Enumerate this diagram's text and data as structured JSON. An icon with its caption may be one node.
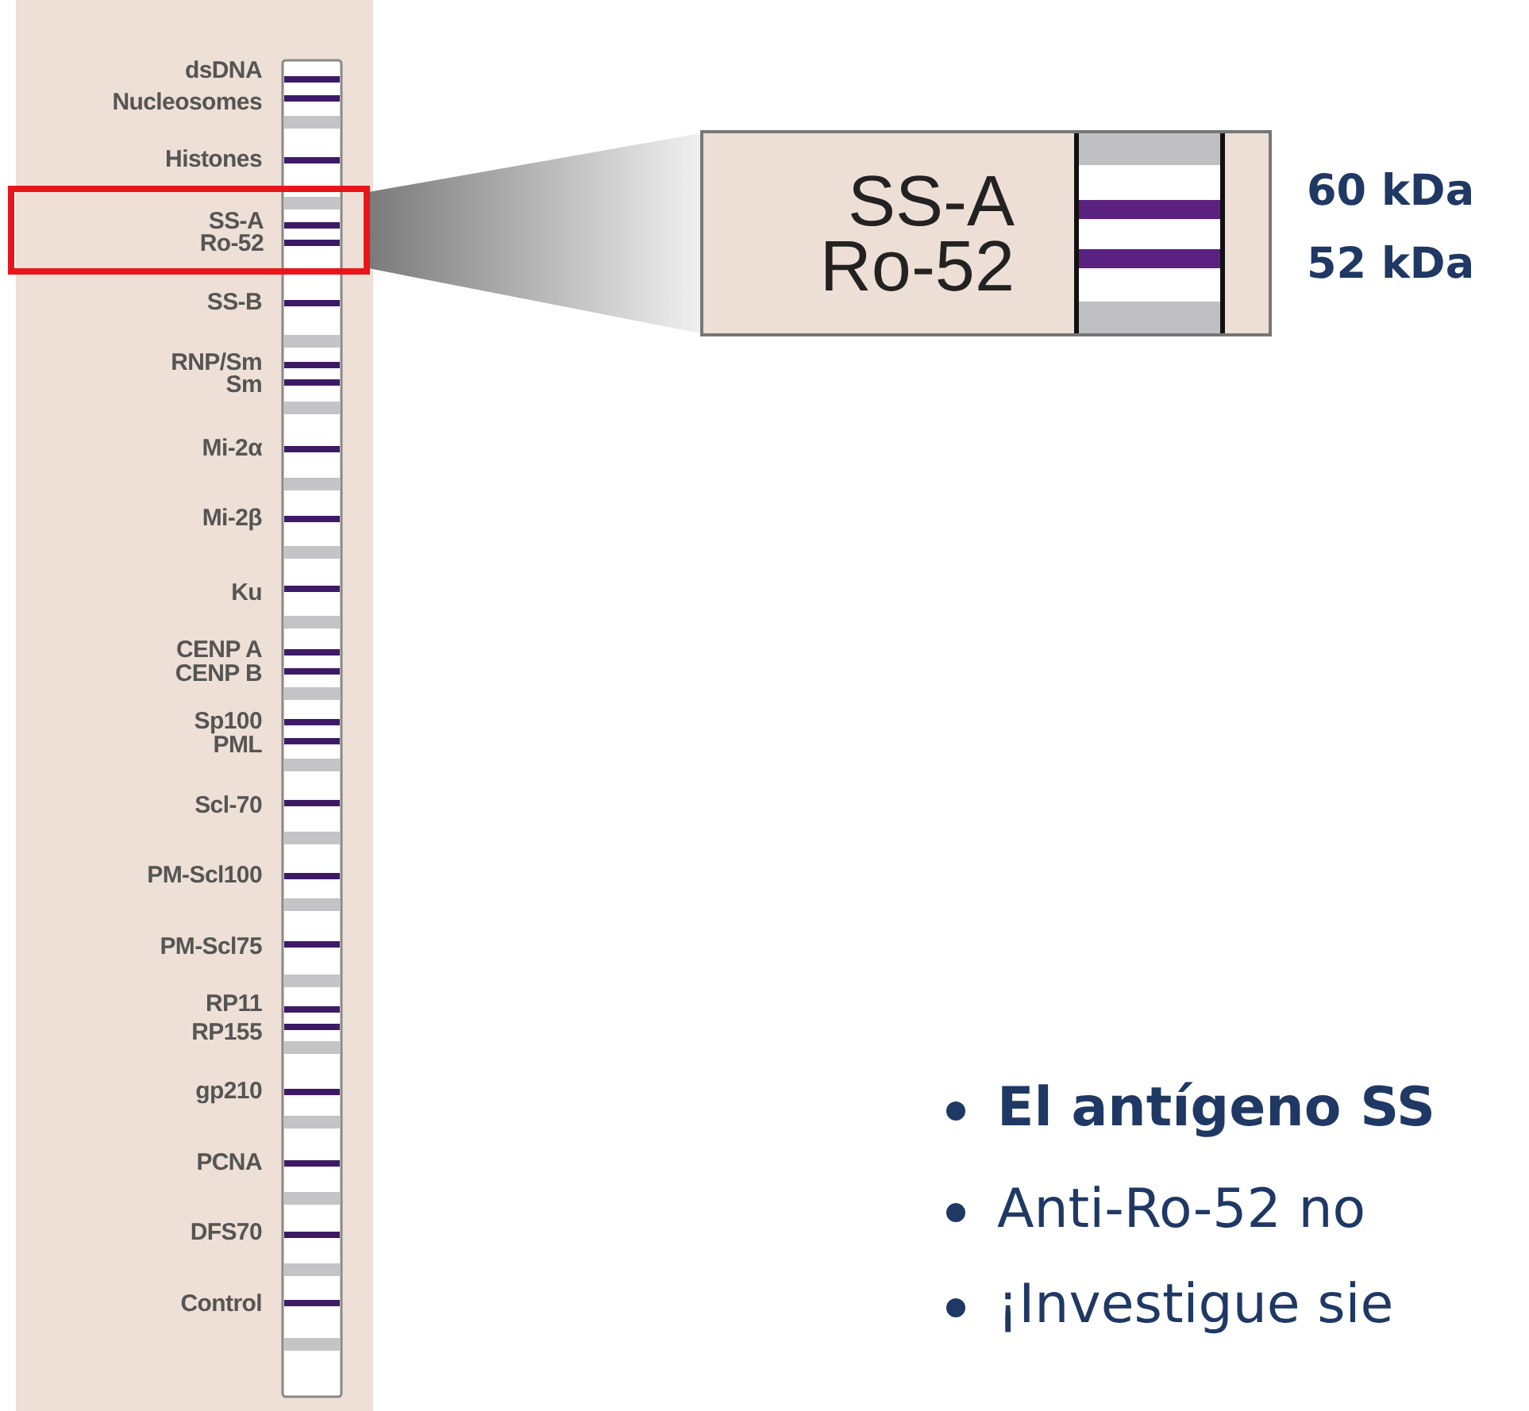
{
  "diagram": {
    "nodes": [
      {
        "text": [
          "SS-A Ro-52"
        ]
      },
      {
        "text": [
          "SS-A Ro-52"
        ],
        "beside": [
          "60 kDa",
          "52 kDa"
        ]
      }
    ],
    "edges": [
      {
        "from": 0,
        "to": 1,
        "arrow": "none"
      }
    ],
    "labels": [
      "dsDNA",
      "Nucleosomes",
      "Histones",
      "SS-B",
      "RNP/Sm",
      "Sm",
      "Mi-2α",
      "Mi-2β",
      "Ku",
      "CENP A",
      "CENP B",
      "Sp100",
      "PML",
      "Scl-70",
      "PM-Scl100",
      "PM-Scl75",
      "RP11",
      "RP155",
      "gp210",
      "PCNA",
      "DFS70",
      "Control",
      "El antígeno SS",
      "Anti-Ro-52 no",
      "¡Investigue sie"
    ]
  }
}
